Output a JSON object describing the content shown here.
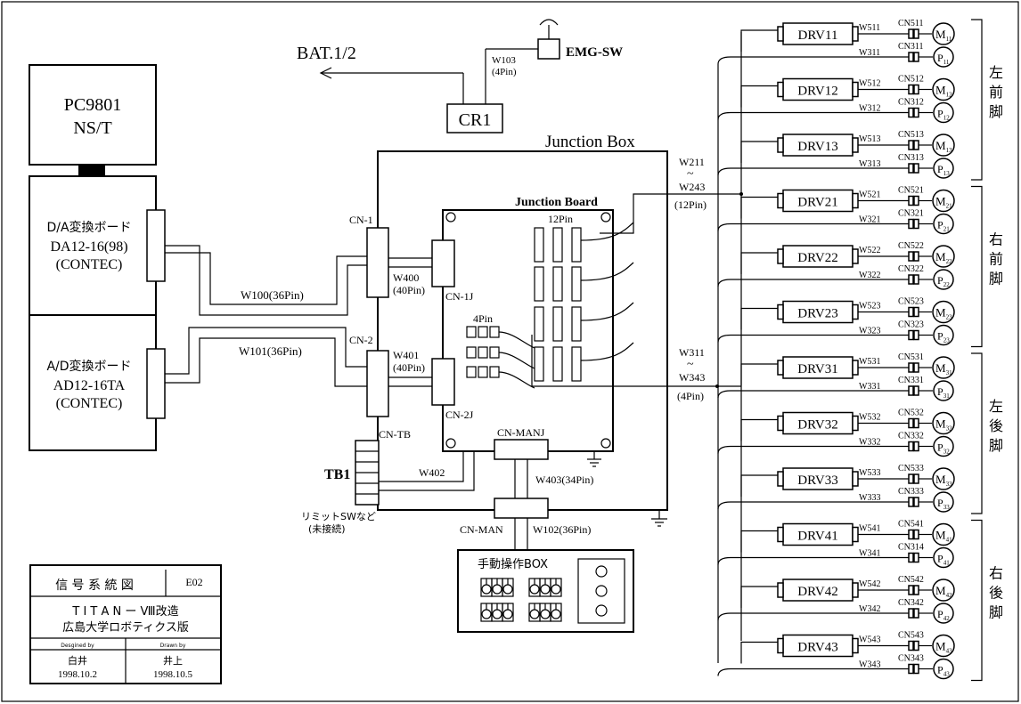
{
  "colors": {
    "ink": "#000000",
    "paper": "#ffffff"
  },
  "pc": {
    "line1": "PC9801",
    "line2": "NS/T"
  },
  "da_board": {
    "line1": "D/A変換ボード",
    "line2": "DA12-16(98)",
    "line3": "(CONTEC)"
  },
  "ad_board": {
    "line1": "A/D変換ボード",
    "line2": "AD12-16TA",
    "line3": "(CONTEC)"
  },
  "bat_label": "BAT.1/2",
  "cr1": "CR1",
  "emg": {
    "label": "EMG-SW",
    "wire": "W103",
    "pins": "(4Pin)"
  },
  "junction_box": {
    "title": "Junction Box",
    "board_title": "Junction Board",
    "pin12": "12Pin",
    "pin4": "4Pin"
  },
  "connectors": {
    "cn1": "CN-1",
    "cn2": "CN-2",
    "cn1j": "CN-1J",
    "cn2j": "CN-2J",
    "cntb": "CN-TB",
    "cnmanj": "CN-MANJ",
    "cnman": "CN-MAN"
  },
  "wires": {
    "w100": "W100(36Pin)",
    "w101": "W101(36Pin)",
    "w400": "W400",
    "w400p": "(40Pin)",
    "w401": "W401",
    "w401p": "(40Pin)",
    "w402": "W402",
    "w403": "W403(34Pin)",
    "w102": "W102(36Pin)",
    "w211": "W211",
    "w243": "W243",
    "w243p": "(12Pin)",
    "w311": "W311",
    "w343": "W343",
    "w343p": "(4Pin)",
    "tilde": "~"
  },
  "tb1": {
    "label": "TB1",
    "note1": "リミットSWなど",
    "note2": "(未接続)"
  },
  "manual_box": {
    "title": "手動操作BOX"
  },
  "title_block": {
    "name": "信 号 系 統 図",
    "code": "E02",
    "line1": "T I T A N ー Ⅷ改造",
    "line2": "広島大学ロボティクス版",
    "designed_by": "Desgined by",
    "drawn_by": "Drawn by",
    "designer": "白井",
    "designed_date": "1998.10.2",
    "drawer": "井上",
    "drawn_date": "1998.10.5"
  },
  "legs": [
    {
      "label": "左前脚"
    },
    {
      "label": "右前脚"
    },
    {
      "label": "左後脚"
    },
    {
      "label": "右後脚"
    }
  ],
  "drivers": [
    {
      "drv": "DRV11",
      "w5": "W511",
      "cn5": "CN511",
      "m": "11",
      "w3": "W311",
      "cn3": "CN311",
      "p": "11"
    },
    {
      "drv": "DRV12",
      "w5": "W512",
      "cn5": "CN512",
      "m": "12",
      "w3": "W312",
      "cn3": "CN312",
      "p": "12"
    },
    {
      "drv": "DRV13",
      "w5": "W513",
      "cn5": "CN513",
      "m": "13",
      "w3": "W313",
      "cn3": "CN313",
      "p": "13"
    },
    {
      "drv": "DRV21",
      "w5": "W521",
      "cn5": "CN521",
      "m": "21",
      "w3": "W321",
      "cn3": "CN321",
      "p": "21"
    },
    {
      "drv": "DRV22",
      "w5": "W522",
      "cn5": "CN522",
      "m": "22",
      "w3": "W322",
      "cn3": "CN322",
      "p": "22"
    },
    {
      "drv": "DRV23",
      "w5": "W523",
      "cn5": "CN523",
      "m": "23",
      "w3": "W323",
      "cn3": "CN323",
      "p": "23"
    },
    {
      "drv": "DRV31",
      "w5": "W531",
      "cn5": "CN531",
      "m": "31",
      "w3": "W331",
      "cn3": "CN331",
      "p": "31"
    },
    {
      "drv": "DRV32",
      "w5": "W532",
      "cn5": "CN532",
      "m": "32",
      "w3": "W332",
      "cn3": "CN332",
      "p": "32"
    },
    {
      "drv": "DRV33",
      "w5": "W533",
      "cn5": "CN533",
      "m": "33",
      "w3": "W333",
      "cn3": "CN333",
      "p": "33"
    },
    {
      "drv": "DRV41",
      "w5": "W541",
      "cn5": "CN541",
      "m": "41",
      "w3": "W341",
      "cn3": "CN314",
      "p": "41"
    },
    {
      "drv": "DRV42",
      "w5": "W542",
      "cn5": "CN542",
      "m": "42",
      "w3": "W342",
      "cn3": "CN342",
      "p": "42"
    },
    {
      "drv": "DRV43",
      "w5": "W543",
      "cn5": "CN543",
      "m": "43",
      "w3": "W343",
      "cn3": "CN343",
      "p": "43"
    }
  ],
  "motor_prefix": "M",
  "pot_prefix": "P"
}
